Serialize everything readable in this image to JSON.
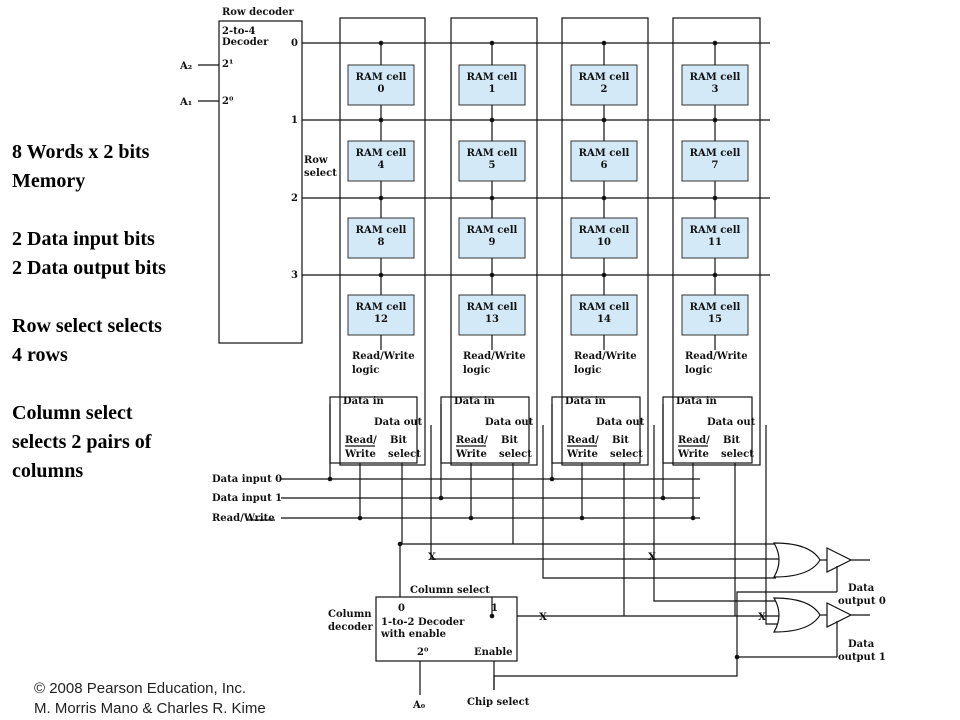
{
  "notes": [
    [
      "8 Words x 2 bits",
      "Memory"
    ],
    [
      "2 Data input bits",
      "2 Data output bits"
    ],
    [
      "Row select selects",
      "4 rows"
    ],
    [
      "Column select",
      "selects 2 pairs of",
      "columns"
    ]
  ],
  "decoder": {
    "heading": "Row decoder",
    "title_lines": [
      "2-to-4",
      "Decoder"
    ],
    "in_hi": "2¹",
    "in_lo": "2⁰",
    "outputs": [
      "0",
      "1",
      "2",
      "3"
    ],
    "addr_hi": "A₂",
    "addr_lo": "A₁",
    "row_select": [
      "Row",
      "select"
    ]
  },
  "cell_label": "RAM cell",
  "cell_numbers": [
    [
      "0",
      "1",
      "2",
      "3"
    ],
    [
      "4",
      "5",
      "6",
      "7"
    ],
    [
      "8",
      "9",
      "10",
      "11"
    ],
    [
      "12",
      "13",
      "14",
      "15"
    ]
  ],
  "rw": {
    "logic": [
      "Read/Write",
      "logic"
    ],
    "data_in": "Data in",
    "data_out": "Data out",
    "read": "Read/",
    "write": "Write",
    "bit": "Bit",
    "select": "select"
  },
  "inputs": [
    "Data input 0",
    "Data input 1",
    "Read/Write"
  ],
  "cross_mark": "X",
  "column": {
    "select_label": "Column select",
    "decoder_label": [
      "Column",
      "decoder"
    ],
    "out0": "0",
    "out1": "1",
    "title_lines": [
      "1-to-2 Decoder",
      "with enable"
    ],
    "input": "2⁰",
    "enable": "Enable",
    "address": "A₀",
    "chip_select": "Chip select"
  },
  "outputs": [
    [
      "Data",
      "output 0"
    ],
    [
      "Data",
      "output 1"
    ]
  ],
  "footer": [
    "© 2008 Pearson Education, Inc.",
    "M. Morris Mano & Charles R. Kime"
  ],
  "colors": {
    "cell_fill": "#d3e9f7",
    "line": "#111111"
  }
}
